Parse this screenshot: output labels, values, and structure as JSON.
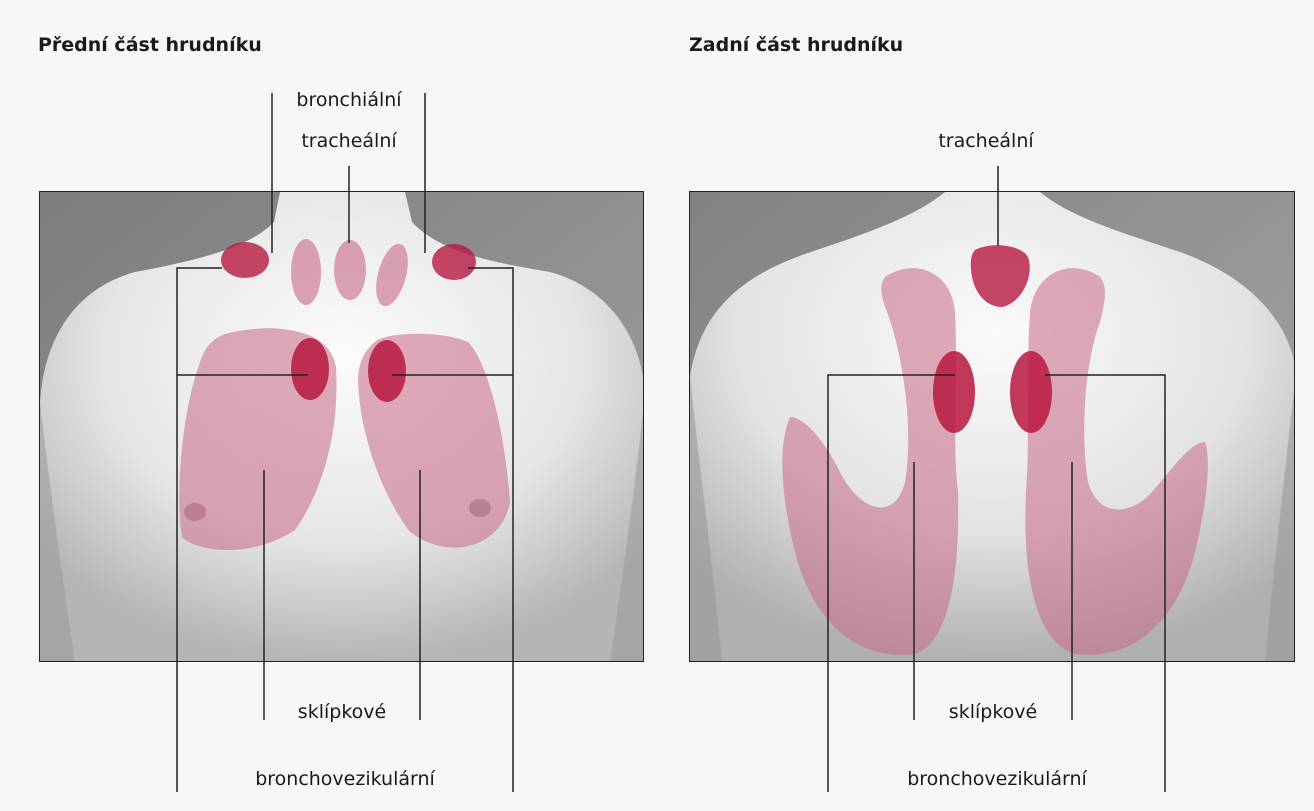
{
  "front": {
    "title": "Přední část hrudníku",
    "labels": {
      "bronchial": "bronchiální",
      "tracheal": "tracheální",
      "vesicular": "sklípkové",
      "bronchovesicular": "bronchovezikulární"
    }
  },
  "back": {
    "title": "Zadní část hrudníku",
    "labels": {
      "tracheal": "tracheální",
      "vesicular": "sklípkové",
      "bronchovesicular": "bronchovezikulární"
    }
  },
  "colors": {
    "zone_light": "#c86a86",
    "zone_dark": "#b8183f",
    "leader_line": "#222222",
    "photo_bg": "#8a8a8a"
  }
}
